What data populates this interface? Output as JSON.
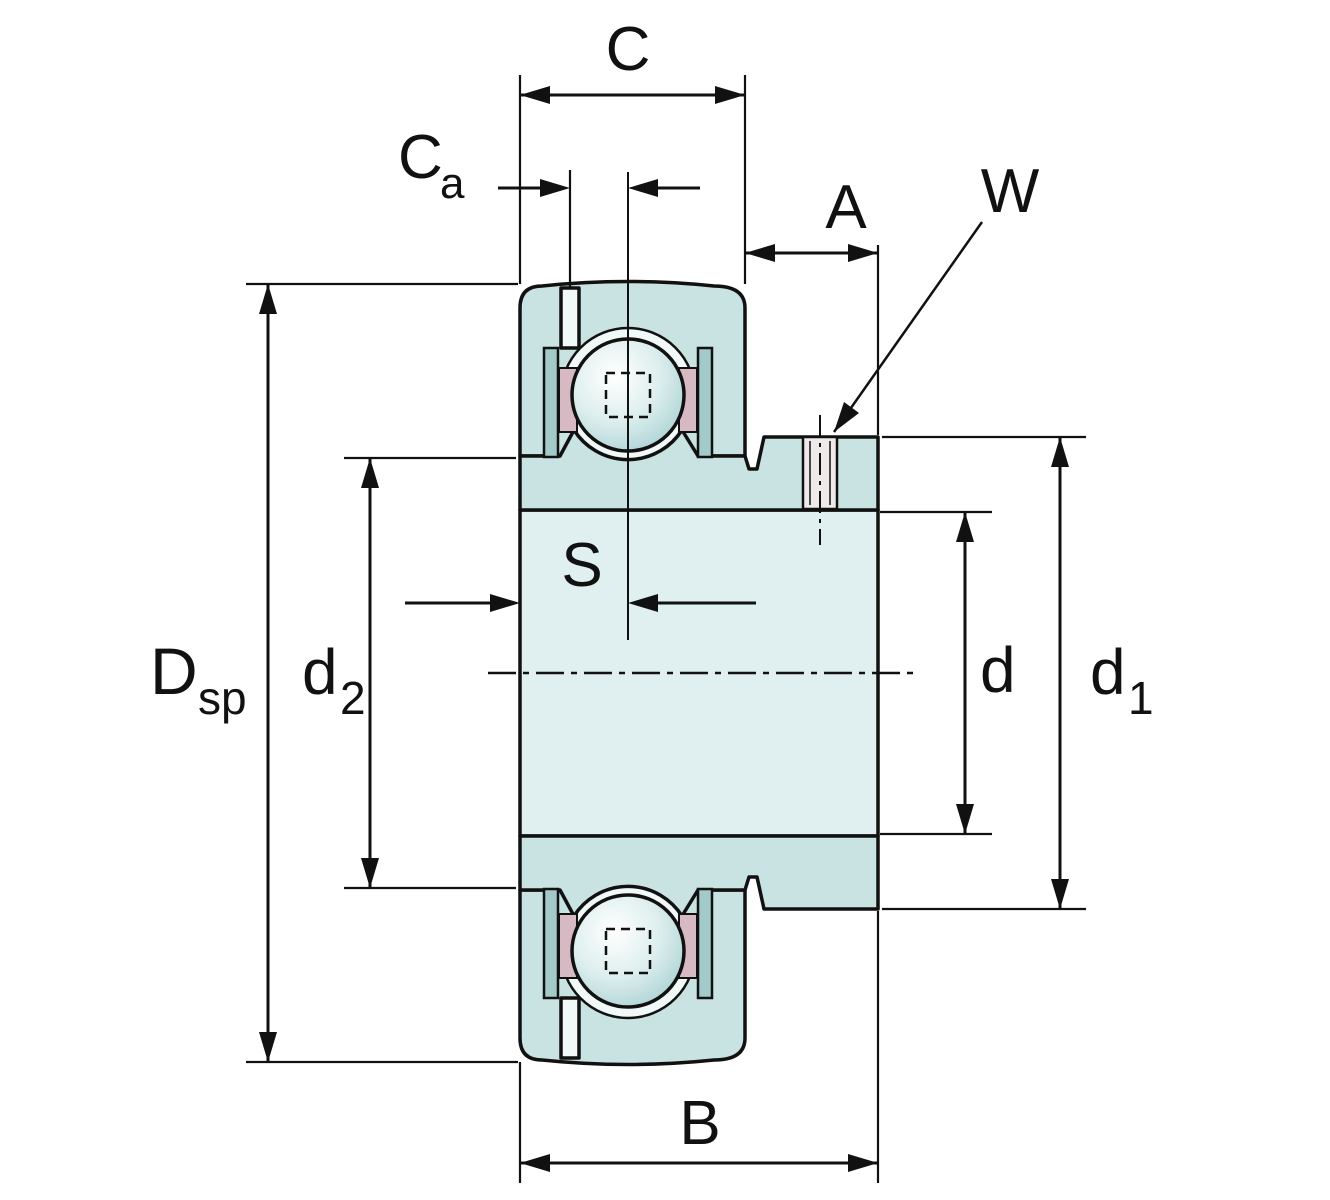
{
  "figure": {
    "labels": {
      "c": "C",
      "ca_base": "C",
      "ca_sub": "a",
      "a": "A",
      "w": "W",
      "s": "S",
      "dsp_base": "D",
      "dsp_sub": "sp",
      "d2_base": "d",
      "d2_sub": "2",
      "d": "d",
      "d1_base": "d",
      "d1_sub": "1",
      "b": "B"
    },
    "colors": {
      "ring_fill": "#c9e2e2",
      "shaft_fill": "#e0efef",
      "pocket_fill": "#f1f8f8",
      "seal_fill": "#a3c9c9",
      "seal_insert_pink": "#d6b9c3",
      "outline": "#111111",
      "background": "#ffffff"
    }
  }
}
